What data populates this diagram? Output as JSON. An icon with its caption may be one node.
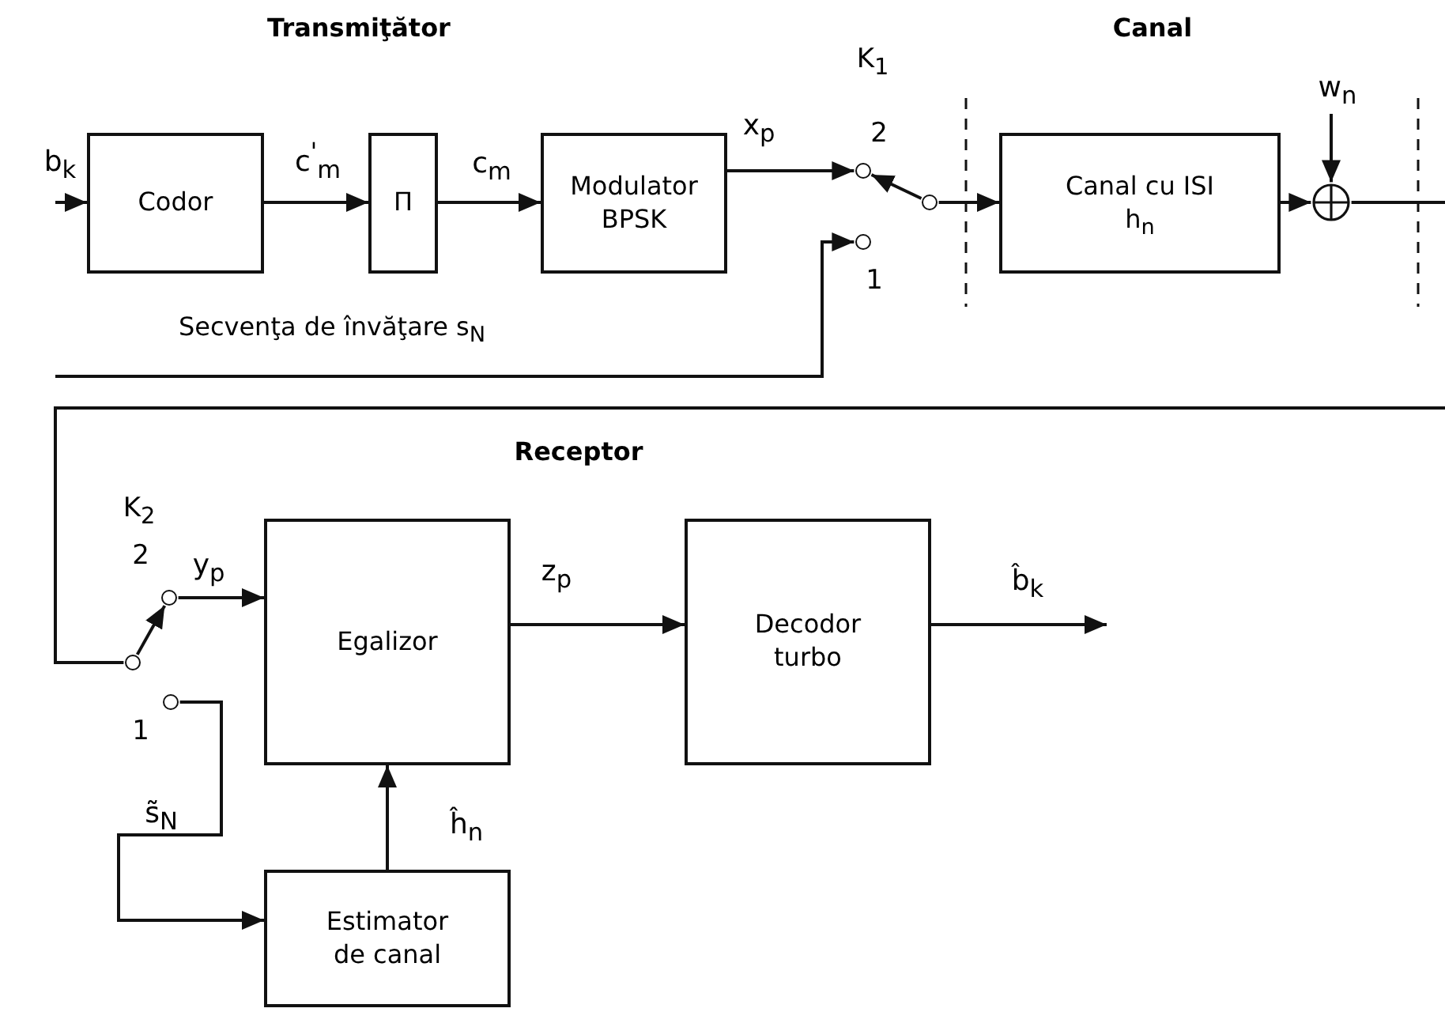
{
  "diagram": {
    "nodes": [
      {
        "text": [
          "Codor"
        ]
      },
      {
        "text": [
          "Π"
        ]
      },
      {
        "text": [
          "Modulator BPSK"
        ]
      },
      {
        "text": [
          "Canal cu ISI h$_{n}$"
        ]
      },
      {
        "text": [],
        "shape": "circle"
      },
      {
        "text": [
          "Egalizor"
        ]
      },
      {
        "text": [
          "Decodor turbo"
        ]
      },
      {
        "text": [
          "Estimator de canal"
        ]
      },
      {
        "text": [],
        "shape": "circle"
      },
      {
        "text": [],
        "shape": "circle"
      },
      {
        "text": [],
        "shape": "circle"
      },
      {
        "text": [],
        "shape": "circle"
      },
      {
        "text": [],
        "shape": "circle"
      },
      {
        "text": [],
        "shape": "circle"
      }
    ],
    "edges": [
      {
        "from": null,
        "to": 0,
        "arrow": "to",
        "label": "b$_{k}$"
      },
      {
        "from": 0,
        "to": 1,
        "arrow": "to",
        "label": "c$^{'}$$_{m}$"
      },
      {
        "from": 1,
        "to": 2,
        "arrow": "to",
        "label": "c$_{m}$"
      },
      {
        "from": 2,
        "to": 8,
        "arrow": "to",
        "label": "x$_{p}$"
      },
      {
        "from": 10,
        "to": 8,
        "arrow": "to"
      },
      {
        "from": 10,
        "to": 3,
        "arrow": "to"
      },
      {
        "from": 3,
        "to": 4,
        "arrow": "to"
      },
      {
        "from": null,
        "to": 4,
        "arrow": "to",
        "label": "w$_{n}$"
      },
      {
        "from": 4,
        "to": null,
        "arrow": "none"
      },
      {
        "from": null,
        "to": 9,
        "arrow": "to",
        "label": "Secvenţa de învăţare s$_{N}$"
      },
      {
        "from": null,
        "to": 11,
        "arrow": "none"
      },
      {
        "from": 11,
        "to": 12,
        "arrow": "to"
      },
      {
        "from": 12,
        "to": 5,
        "arrow": "to",
        "label": "y$_{p}$"
      },
      {
        "from": 5,
        "to": 6,
        "arrow": "to",
        "label": "z$_{p}$"
      },
      {
        "from": 6,
        "to": null,
        "arrow": "to",
        "label": "b̂$_{k}$"
      },
      {
        "from": 13,
        "to": 7,
        "arrow": "to",
        "label": "s̃$_{N}$"
      },
      {
        "from": 7,
        "to": 5,
        "arrow": "to",
        "label": "ĥ$_{n}$"
      }
    ],
    "labels": [
      "Transmiţător",
      "K$_{1}$",
      "Canal",
      "2",
      "1",
      "Receptor",
      "K$_{2}$",
      "2",
      "1"
    ]
  }
}
